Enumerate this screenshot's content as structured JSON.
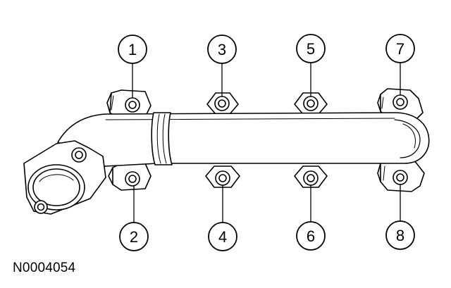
{
  "diagram": {
    "callouts": [
      "1",
      "2",
      "3",
      "4",
      "5",
      "6",
      "7",
      "8"
    ],
    "reference_code": "N0004054"
  },
  "colors": {
    "line": "#000000",
    "background": "#ffffff",
    "shade": "#d9d9d9"
  }
}
